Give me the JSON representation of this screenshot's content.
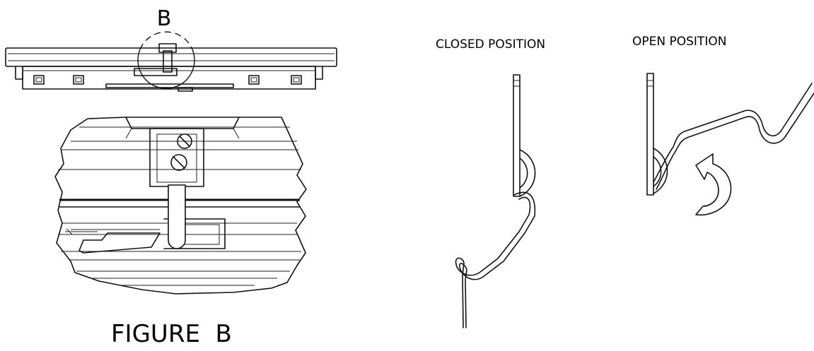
{
  "detail_marker": "B",
  "figure_caption": "FIGURE  B",
  "closed_label": "CLOSED POSITION",
  "open_label": "OPEN POSITION"
}
